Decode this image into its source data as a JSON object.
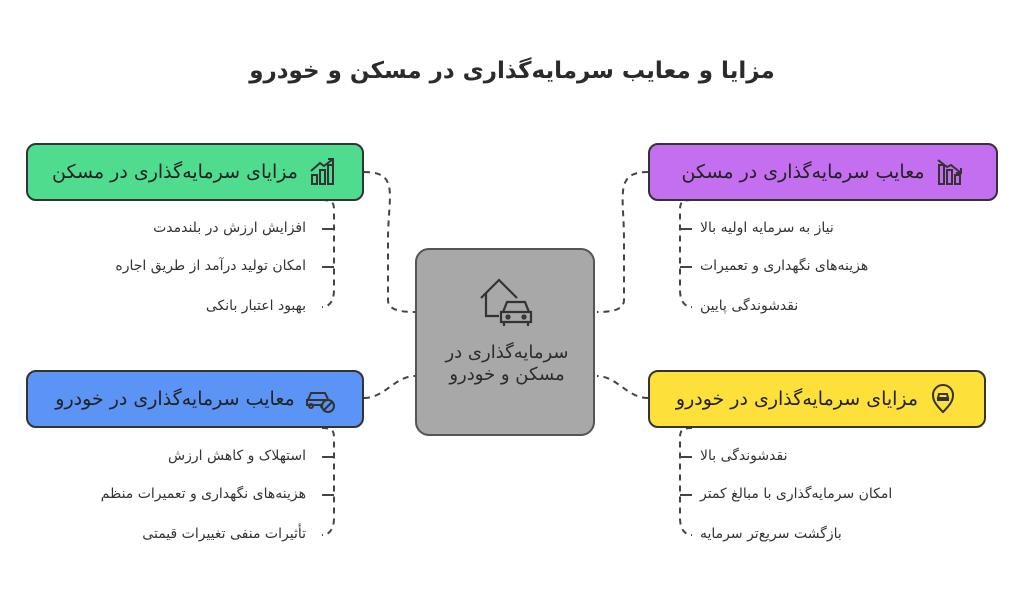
{
  "title": "مزایا و معایب سرمایه‌گذاری در مسکن و خودرو",
  "center": {
    "label": "سرمایه‌گذاری در مسکن و خودرو",
    "icon": "house-car-icon"
  },
  "branches": {
    "housing_pros": {
      "label": "مزایای سرمایه‌گذاری در مسکن",
      "icon": "growth-chart-icon",
      "color": "#4fdc8f",
      "items": [
        "افزایش ارزش در بلندمدت",
        "امکان تولید درآمد از طریق اجاره",
        "بهبود اعتبار بانکی"
      ]
    },
    "housing_cons": {
      "label": "معایب سرمایه‌گذاری در مسکن",
      "icon": "decline-chart-icon",
      "color": "#c46ef0",
      "items": [
        "نیاز به سرمایه اولیه بالا",
        "هزینه‌های نگهداری و تعمیرات",
        "نقدشوندگی پایین"
      ]
    },
    "car_cons": {
      "label": "معایب سرمایه‌گذاری در خودرو",
      "icon": "car-ban-icon",
      "color": "#5b94f5",
      "items": [
        "استهلاک و کاهش ارزش",
        "هزینه‌های نگهداری و تعمیرات منظم",
        "تأثیرات منفی تغییرات قیمتی"
      ]
    },
    "car_pros": {
      "label": "مزایای سرمایه‌گذاری در خودرو",
      "icon": "car-location-icon",
      "color": "#fde13a",
      "items": [
        "نقدشوندگی بالا",
        "امکان سرمایه‌گذاری با مبالغ کمتر",
        "بازگشت سریع‌تر سرمایه"
      ]
    }
  }
}
